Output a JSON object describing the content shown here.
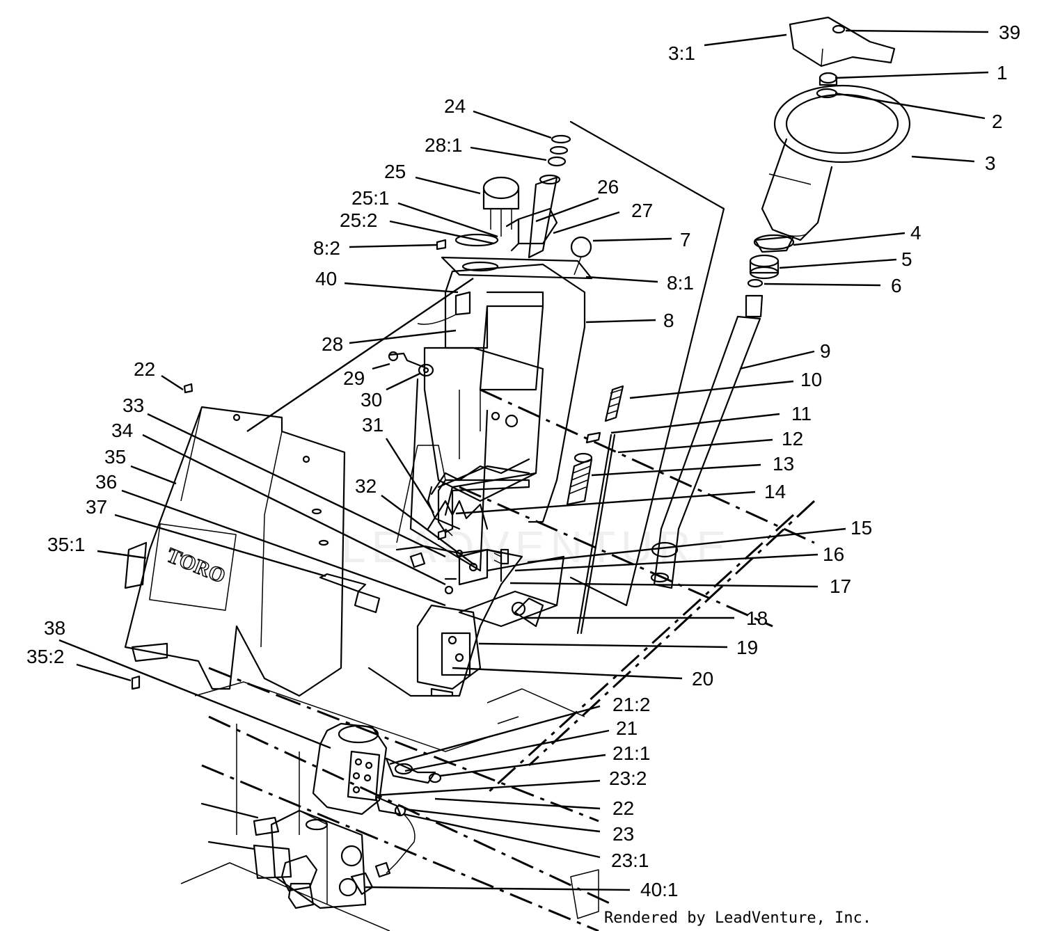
{
  "credit": "Rendered by LeadVenture, Inc.",
  "watermark": "LEADVENTURE",
  "brand": "TORO",
  "callouts": [
    {
      "id": "39"
    },
    {
      "id": "3:1"
    },
    {
      "id": "1"
    },
    {
      "id": "2"
    },
    {
      "id": "3"
    },
    {
      "id": "24"
    },
    {
      "id": "28:1"
    },
    {
      "id": "25"
    },
    {
      "id": "26"
    },
    {
      "id": "27"
    },
    {
      "id": "25:1"
    },
    {
      "id": "25:2"
    },
    {
      "id": "8:2"
    },
    {
      "id": "7"
    },
    {
      "id": "4"
    },
    {
      "id": "5"
    },
    {
      "id": "6"
    },
    {
      "id": "40"
    },
    {
      "id": "8:1"
    },
    {
      "id": "8"
    },
    {
      "id": "28"
    },
    {
      "id": "9"
    },
    {
      "id": "29"
    },
    {
      "id": "30"
    },
    {
      "id": "10"
    },
    {
      "id": "22"
    },
    {
      "id": "11"
    },
    {
      "id": "33"
    },
    {
      "id": "12"
    },
    {
      "id": "31"
    },
    {
      "id": "34"
    },
    {
      "id": "13"
    },
    {
      "id": "35"
    },
    {
      "id": "36"
    },
    {
      "id": "32"
    },
    {
      "id": "14"
    },
    {
      "id": "37"
    },
    {
      "id": "15"
    },
    {
      "id": "35:1"
    },
    {
      "id": "16"
    },
    {
      "id": "17"
    },
    {
      "id": "18"
    },
    {
      "id": "38"
    },
    {
      "id": "19"
    },
    {
      "id": "35:2"
    },
    {
      "id": "20"
    },
    {
      "id": "21:2"
    },
    {
      "id": "21"
    },
    {
      "id": "21:1"
    },
    {
      "id": "23:2"
    },
    {
      "id": "22"
    },
    {
      "id": "23"
    },
    {
      "id": "23:1"
    },
    {
      "id": "40:1"
    }
  ]
}
